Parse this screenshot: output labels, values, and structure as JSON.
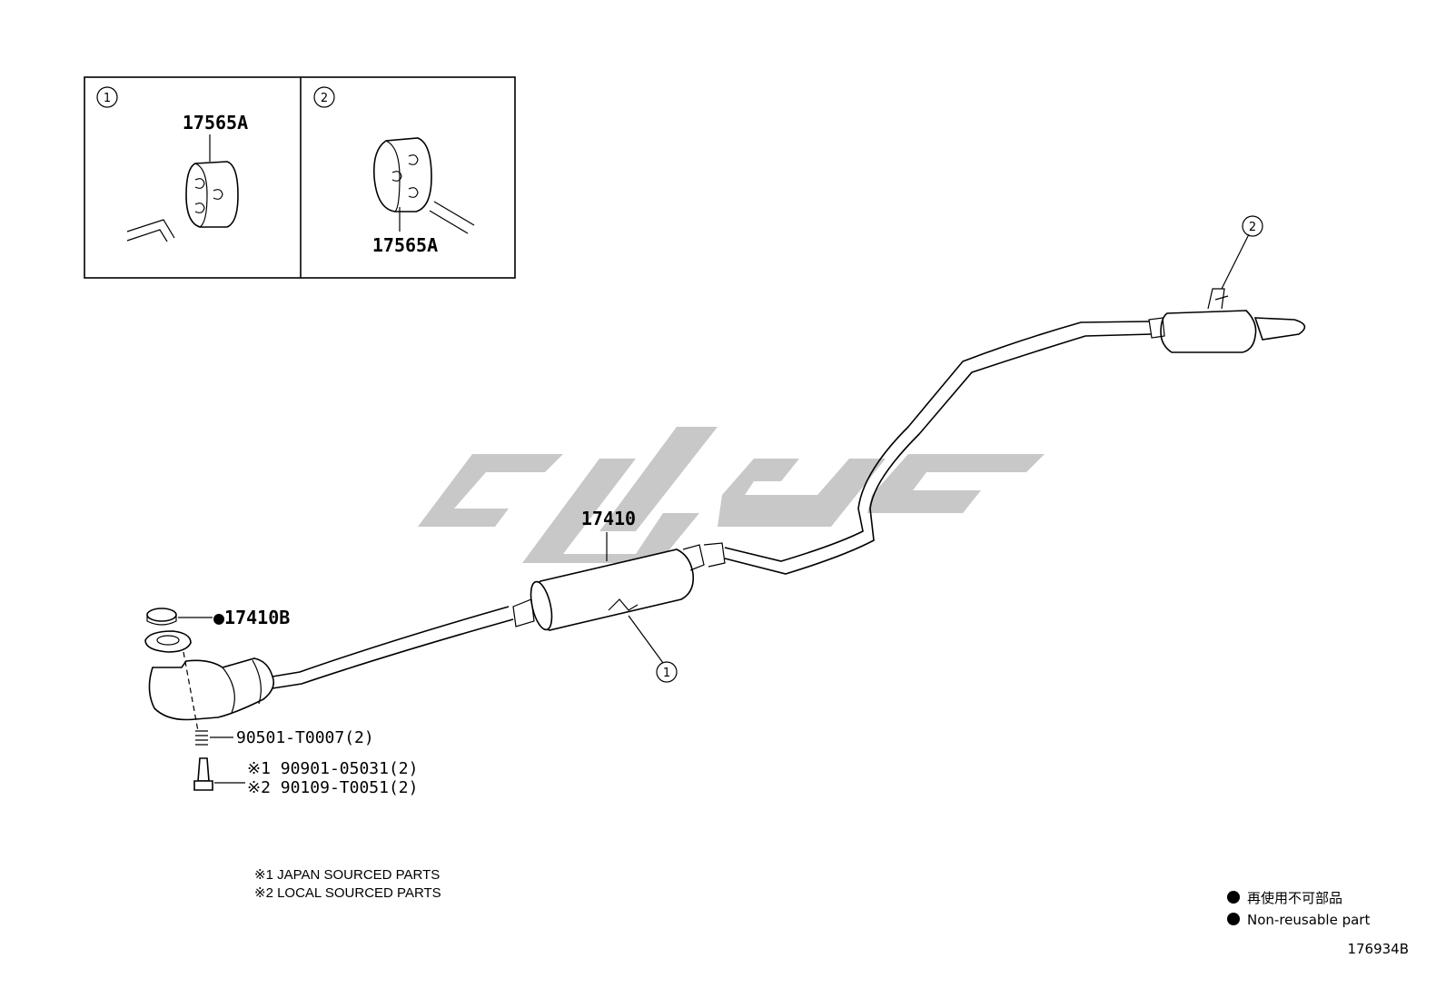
{
  "inset_panels": [
    {
      "callout": "1",
      "part_label": "17565A"
    },
    {
      "callout": "2",
      "part_label": "17565A"
    }
  ],
  "parts": {
    "exhaust_pipe": "17410",
    "gasket": "●17410B",
    "spring": "90501-T0007(2)",
    "bolt_japan": "※1 90901-05031(2)",
    "bolt_local": "※2 90109-T0051(2)"
  },
  "callouts": {
    "hanger_front": "1",
    "hanger_rear": "2"
  },
  "notes": {
    "japan": "※1 JAPAN SOURCED PARTS",
    "local": "※2 LOCAL SOURCED PARTS"
  },
  "legend": {
    "japanese": "再使用不可部品",
    "english": "Non-reusable part"
  },
  "figure_id": "176934B",
  "colors": {
    "line": "#000000",
    "watermark": "#c8c8c8",
    "background": "#ffffff"
  }
}
